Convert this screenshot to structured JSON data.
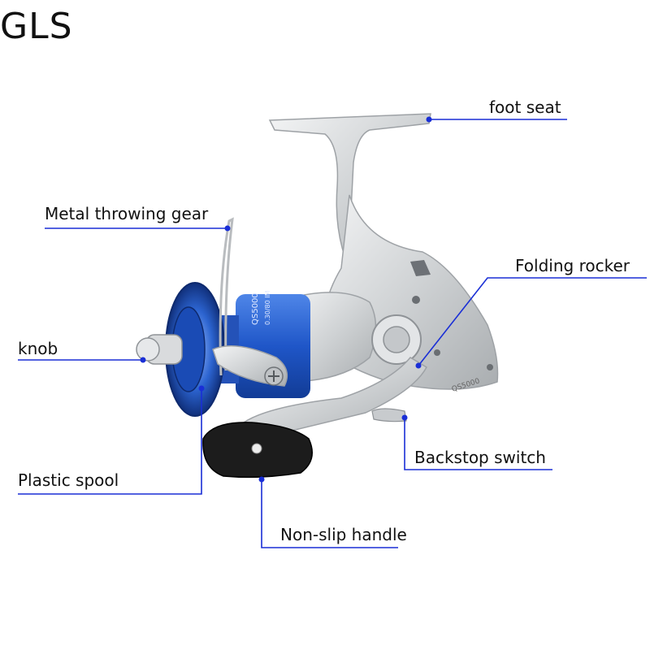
{
  "brand": "GLS",
  "model_mark": "QS5000",
  "spool_marks": [
    "QS5000",
    "0.30/80 IM"
  ],
  "colors": {
    "leader": "#1a2fd6",
    "spool_blue": "#1f56c8",
    "silver": "#d4d6d8",
    "handle_knob": "#1c1c1c"
  },
  "labels": {
    "foot_seat": "foot seat",
    "metal_throwing_gear": "Metal throwing gear",
    "folding_rocker": "Folding rocker",
    "knob": "knob",
    "backstop_switch": "Backstop switch",
    "plastic_spool": "Plastic spool",
    "non_slip_handle": "Non-slip handle"
  }
}
